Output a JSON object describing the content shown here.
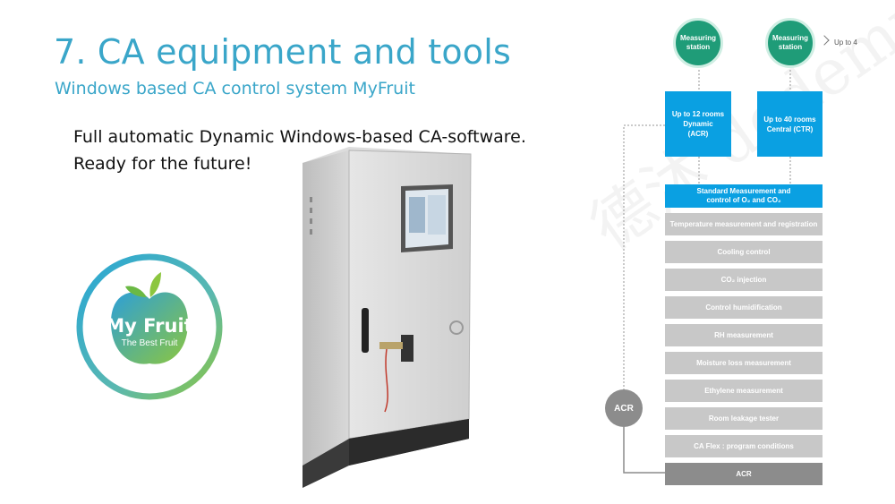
{
  "slide": {
    "title": "7. CA equipment and tools",
    "subtitle": "Windows based CA control system MyFruit",
    "bullets": [
      "Full automatic Dynamic Windows-based CA-software.",
      "Ready for the future!"
    ]
  },
  "logo": {
    "name": "My Fruit",
    "tagline": "The Best Fruit"
  },
  "watermark": {
    "text": "德沐 dedemu.com"
  },
  "diagram": {
    "stations": [
      {
        "label": "Measuring station"
      },
      {
        "label": "Measuring station"
      }
    ],
    "up_to": "Up to 4",
    "controllers": [
      {
        "line1": "Up to 12 rooms",
        "line2": "Dynamic",
        "line3": "(ACR)"
      },
      {
        "line1": "Up to 40 rooms",
        "line2": "Central (CTR)",
        "line3": ""
      }
    ],
    "standard_box": {
      "line1": "Standard Measurement and",
      "line2": "control of O₂ and CO₂"
    },
    "modules": [
      "Temperature measurement and registration",
      "Cooling control",
      "CO₂ injection",
      "Control humidification",
      "RH measurement",
      "Moisture loss measurement",
      "Ethylene measurement",
      "Room leakage tester",
      "CA Flex : program conditions"
    ],
    "final_row": "ACR",
    "acr_circle": "ACR"
  },
  "colors": {
    "title": "#3aa6c9",
    "station": "#1f9c78",
    "blue_box": "#0aa0e2",
    "module": "#c8c8c8",
    "dark": "#8c8c8c"
  }
}
